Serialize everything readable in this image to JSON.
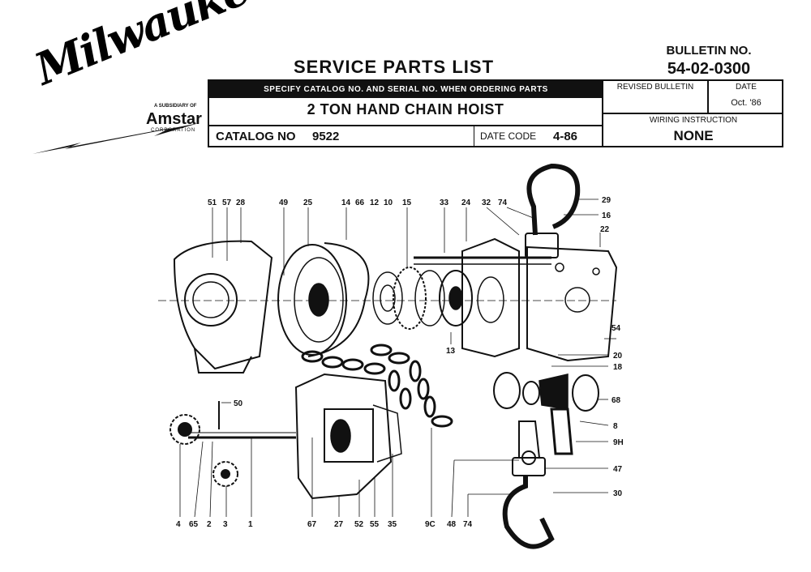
{
  "header": {
    "brand": "Milwaukee",
    "subsidiary_text": "A SUBSIDIARY OF",
    "parent_name": "Amstar",
    "parent_suffix": "CORPORATION",
    "title": "SERVICE PARTS LIST",
    "bulletin_label": "BULLETIN NO.",
    "bulletin_no": "54-02-0300"
  },
  "info_box": {
    "ordering_note": "SPECIFY CATALOG NO. AND SERIAL NO. WHEN ORDERING PARTS",
    "product_name": "2 TON HAND CHAIN HOIST",
    "catalog_label": "CATALOG NO",
    "catalog_no": "9522",
    "date_code_label": "DATE CODE",
    "date_code": "4-86",
    "revised_label": "REVISED BULLETIN",
    "date_label": "DATE",
    "date_value": "Oct. '86",
    "wiring_label": "WIRING INSTRUCTION",
    "wiring_value": "NONE"
  },
  "part_labels": {
    "top": [
      "51",
      "57",
      "28",
      "49",
      "25",
      "14",
      "66",
      "12",
      "10",
      "15",
      "33",
      "24",
      "32",
      "74"
    ],
    "right": [
      "29",
      "16",
      "22",
      "54",
      "20",
      "18",
      "68",
      "8",
      "9H",
      "47",
      "30"
    ],
    "left_mid": [
      "50",
      "13"
    ],
    "bottom": [
      "4",
      "65",
      "2",
      "3",
      "1",
      "67",
      "27",
      "52",
      "55",
      "35",
      "9C",
      "48",
      "74"
    ]
  }
}
